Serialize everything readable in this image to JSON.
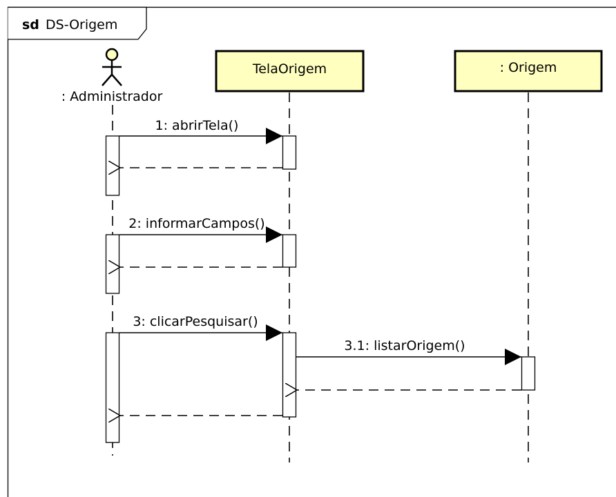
{
  "frame": {
    "keyword": "sd",
    "name": "DS-Origem"
  },
  "lifelines": [
    {
      "id": "actor",
      "kind": "actor",
      "label": ": Administrador"
    },
    {
      "id": "tela",
      "kind": "object",
      "label": "TelaOrigem"
    },
    {
      "id": "origem",
      "kind": "object",
      "label": ": Origem"
    }
  ],
  "messages": [
    {
      "label": "1: abrirTela()",
      "from": "actor",
      "to": "tela",
      "type": "synchronous"
    },
    {
      "label": "",
      "from": "tela",
      "to": "actor",
      "type": "reply"
    },
    {
      "label": "2: informarCampos()",
      "from": "actor",
      "to": "tela",
      "type": "synchronous"
    },
    {
      "label": "",
      "from": "tela",
      "to": "actor",
      "type": "reply"
    },
    {
      "label": "3: clicarPesquisar()",
      "from": "actor",
      "to": "tela",
      "type": "synchronous"
    },
    {
      "label": "3.1: listarOrigem()",
      "from": "tela",
      "to": "origem",
      "type": "synchronous"
    },
    {
      "label": "",
      "from": "origem",
      "to": "tela",
      "type": "reply"
    },
    {
      "label": "",
      "from": "tela",
      "to": "actor",
      "type": "reply"
    }
  ],
  "colors": {
    "lifeline_box_fill": "#ffffc0",
    "actor_head_fill": "#ffffc0",
    "line": "#000000",
    "activation_fill": "#ffffff"
  }
}
